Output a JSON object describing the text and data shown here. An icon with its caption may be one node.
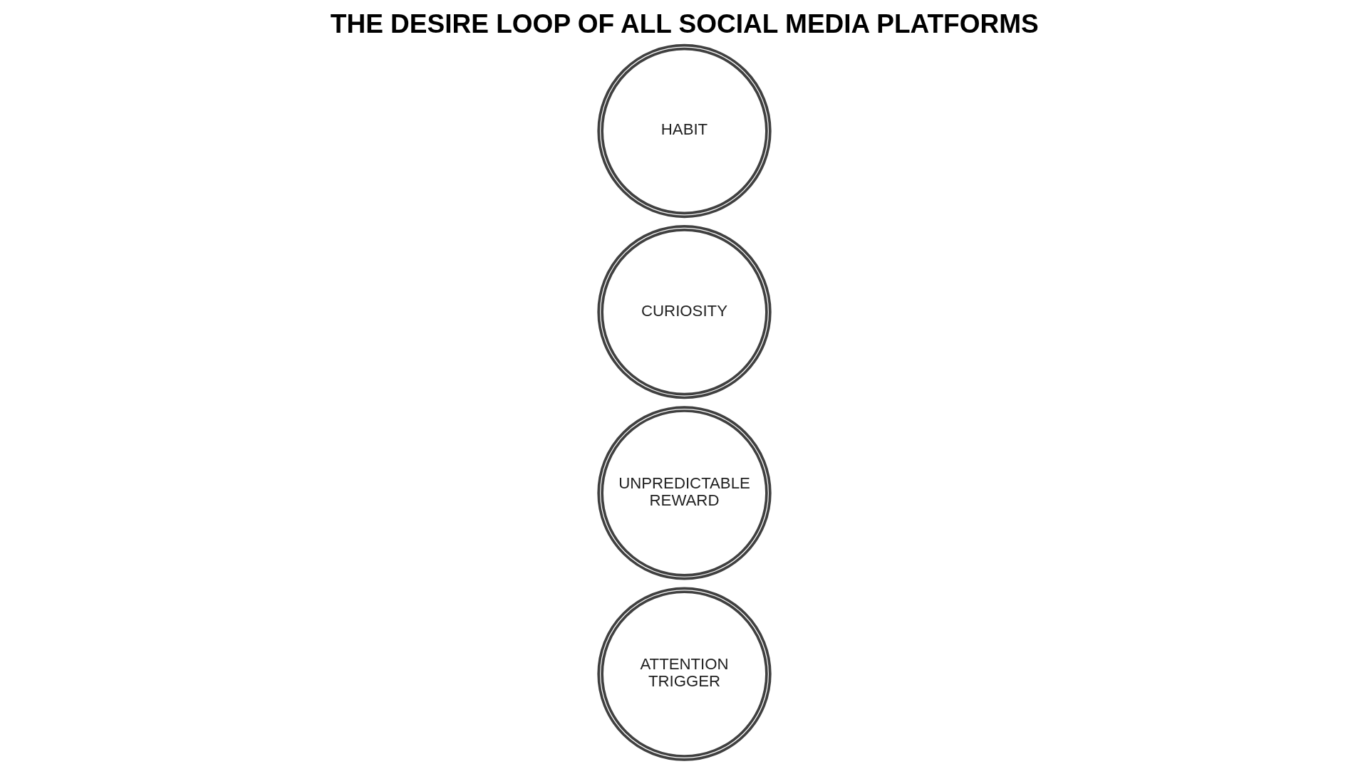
{
  "diagram": {
    "title": "THE DESIRE LOOP OF ALL SOCIAL MEDIA PLATFORMS",
    "nodes": [
      {
        "text": [
          "ATTENTION TRIGGER"
        ]
      },
      {
        "text": [
          "UNPREDICTABLE REWARD"
        ]
      },
      {
        "text": [
          "CURIOSITY"
        ]
      },
      {
        "text": [
          "HABIT"
        ]
      }
    ]
  }
}
